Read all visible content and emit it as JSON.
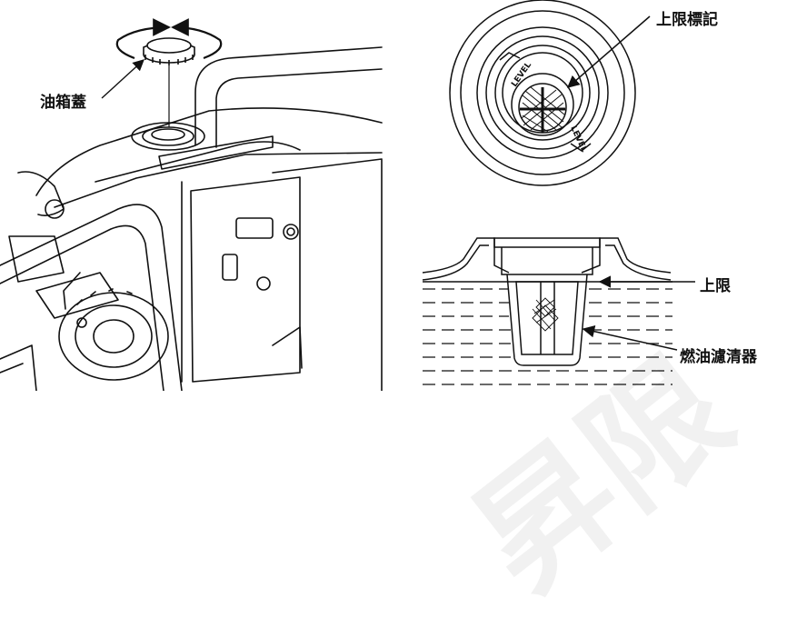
{
  "labels": {
    "fuel_cap": "油箱蓋",
    "upper_limit_mark": "上限標記",
    "upper_limit": "上限",
    "fuel_filter": "燃油濾清器"
  },
  "watermark": {
    "text": "昇限"
  },
  "level_ring_text": "LEVEL",
  "colors": {
    "ink": "#111111",
    "paper": "#ffffff",
    "watermark": "#ececec"
  },
  "icons": [
    "rotation-arrows-icon",
    "pointer-arrow-icon"
  ]
}
